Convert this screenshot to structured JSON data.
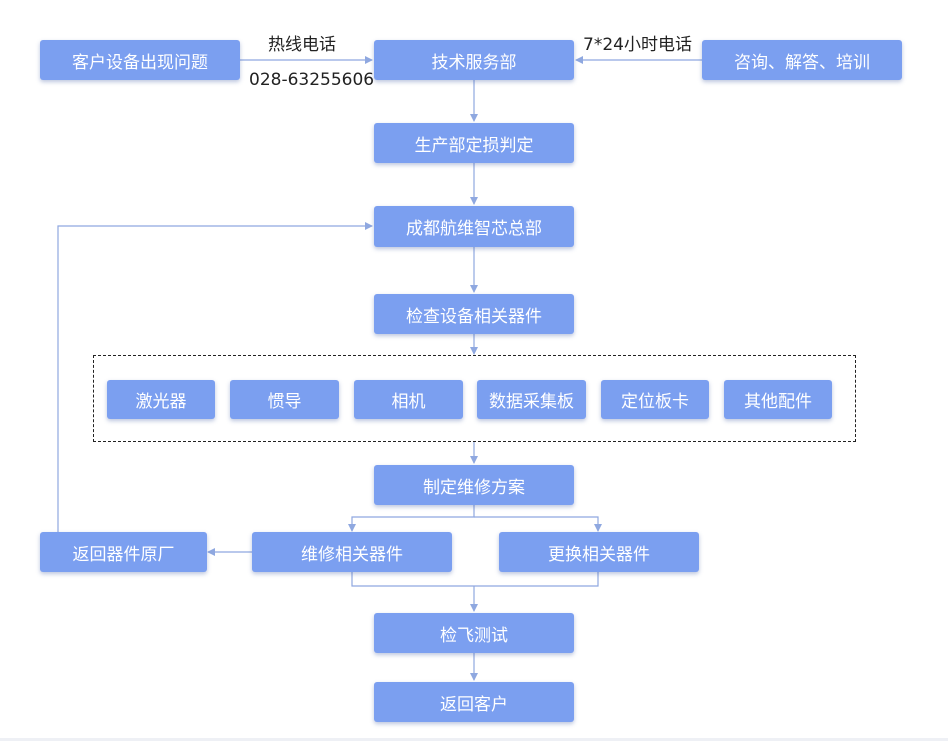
{
  "nodes": {
    "customer_issue": "客户设备出现问题",
    "tech_service": "技术服务部",
    "consult": "咨询、解答、培训",
    "production": "生产部定损判定",
    "hq": "成都航维智芯总部",
    "inspect": "检查设备相关器件",
    "repair_plan": "制定维修方案",
    "repair_parts": "维修相关器件",
    "replace_parts": "更换相关器件",
    "return_factory": "返回器件原厂",
    "flight_test": "检飞测试",
    "return_customer": "返回客户"
  },
  "components": [
    "激光器",
    "惯导",
    "相机",
    "数据采集板",
    "定位板卡",
    "其他配件"
  ],
  "labels": {
    "hotline": "热线电话",
    "hotline_number": "028-63255606",
    "service_24h": "7*24小时电话"
  },
  "colors": {
    "node_fill": "#7b9ff0",
    "connector": "#8fa8e0",
    "text_on_node": "#ffffff",
    "label_text": "#222222"
  }
}
